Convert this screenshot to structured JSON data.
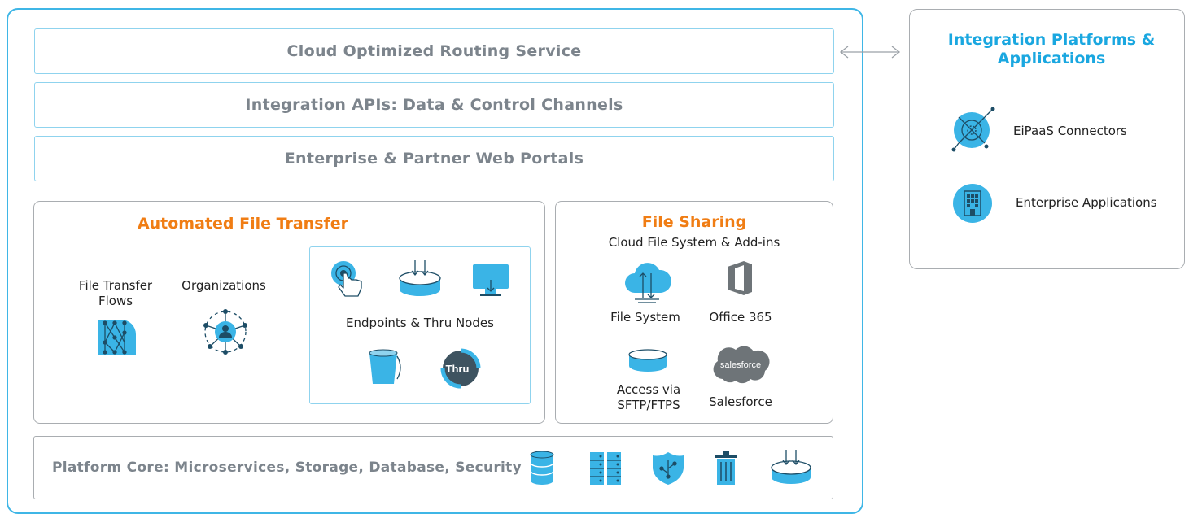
{
  "layers": {
    "routing": "Cloud Optimized Routing Service",
    "apis": "Integration APIs: Data & Control Channels",
    "portals": "Enterprise & Partner Web Portals"
  },
  "aft": {
    "title": "Automated File Transfer",
    "file_transfer_flows": "File Transfer\nFlows",
    "organizations": "Organizations",
    "endpoints_label": "Endpoints & Thru Nodes",
    "thru_badge": "Thru"
  },
  "sharing": {
    "title": "File Sharing",
    "subtitle": "Cloud File System & Add-ins",
    "file_system": "File System",
    "office365": "Office 365",
    "access": "Access via\nSFTP/FTPS",
    "salesforce": "Salesforce",
    "salesforce_logo": "salesforce"
  },
  "platform_core": "Platform Core: Microservices, Storage, Database, Security",
  "integration": {
    "title": "Integration Platforms &\nApplications",
    "eipaas": "EiPaaS Connectors",
    "enterprise_apps": "Enterprise Applications"
  },
  "colors": {
    "accent_blue": "#1aa7e0",
    "icon_blue": "#3ab4e6",
    "accent_orange": "#f07d14",
    "border_gray": "#a9adb1"
  },
  "icons": [
    "cloud-icon",
    "office365-icon",
    "salesforce-logo",
    "database-icon",
    "touch-icon",
    "storage-download-icon",
    "monitor-icon",
    "bucket-icon",
    "thru-icon",
    "flows-icon",
    "organizations-icon",
    "eipaas-icon",
    "building-icon",
    "server-rack-icon",
    "security-shield-icon",
    "trash-icon",
    "bidirectional-arrow-icon"
  ]
}
